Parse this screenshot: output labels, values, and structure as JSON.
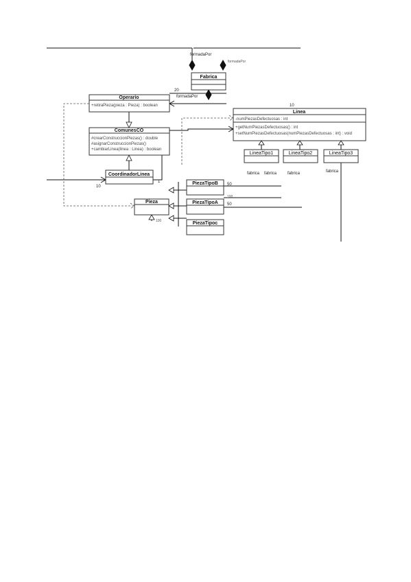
{
  "classes": {
    "fabrica": {
      "name": "Fabrica"
    },
    "operario": {
      "name": "Operario",
      "methods": [
        "+retiraPieza(pieza : Pieza) : boolean"
      ]
    },
    "comunes_co": {
      "name": "ComunesCO",
      "methods": [
        "#crearConstruccionPiezas() : double",
        "#asignarConstruccionPiezas()",
        "+cambiarLinea(linea : Linea) : boolean"
      ]
    },
    "coordinador_linea": {
      "name": "CoordinadorLinea"
    },
    "linea": {
      "name": "Linea",
      "attributes": [
        "-numPiezasDefectuosas : int"
      ],
      "methods": [
        "+getNumPiezasDefectuosas() : int",
        "+setNumPiezasDefectuosas(numPiezasDefectuosas : int) : void"
      ]
    },
    "linea_tipo1": {
      "name": "LineaTipo1"
    },
    "linea_tipo2": {
      "name": "LineaTipo2"
    },
    "linea_tipo3": {
      "name": "LineaTipo3"
    },
    "pieza": {
      "name": "Pieza"
    },
    "pieza_tipo_b": {
      "name": "PiezaTipoB"
    },
    "pieza_tipo_a": {
      "name": "PiezaTipoA"
    },
    "pieza_tipo_c": {
      "name": "PiezaTipoc"
    }
  },
  "labels": {
    "formada_por_top": "formadaPor",
    "fabrica_right": "formadaPor",
    "formada_por_mid": "formadaPor",
    "mult_20": "20",
    "mult_10_linea": "10",
    "mult_10_coord": "10",
    "mult_1": "1",
    "mult_50_b": "50",
    "mult_100_a": "100",
    "mult_50_a": "50",
    "mult_100_pieza": "100",
    "fabrica_lt1_a": "fabrica",
    "fabrica_lt1_b": "fabrica",
    "fabrica_lt2": "fabrica",
    "fabrica_lt3": "fabrica"
  }
}
